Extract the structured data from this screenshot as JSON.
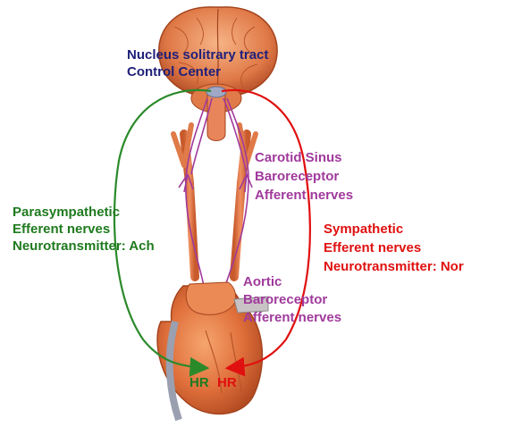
{
  "labels": {
    "nucleus": [
      "Nucleus solitrary tract",
      "Control Center"
    ],
    "carotid": [
      "Carotid Sinus",
      "Baroreceptor",
      "Afferent nerves"
    ],
    "parasympathetic": [
      "Parasympathetic",
      "Efferent nerves",
      "Neurotransmitter: Ach"
    ],
    "sympathetic": [
      "Sympathetic",
      "Efferent nerves",
      "Neurotransmitter: Nor"
    ],
    "aortic": [
      "Aortic",
      "Baroreceptor",
      "Afferent nerves"
    ],
    "hr_left": "HR",
    "hr_right": "HR"
  },
  "colors": {
    "parasympathetic": "#2a8a2a",
    "sympathetic": "#e01010",
    "afferent": "#a03a9c",
    "control": "#1f1f7a"
  }
}
